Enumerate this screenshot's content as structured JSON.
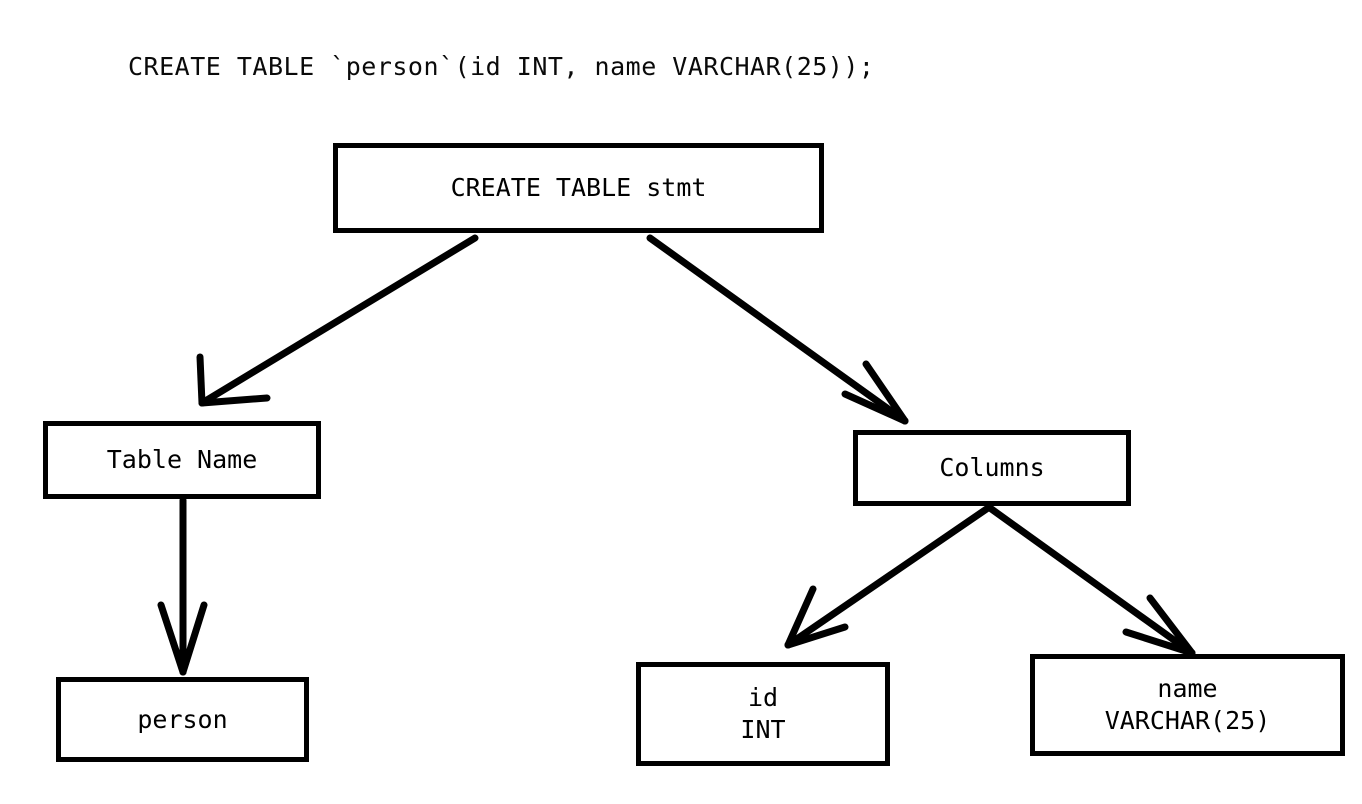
{
  "diagram": {
    "title": "CREATE TABLE `person`(id INT, name VARCHAR(25));",
    "type": "parse-tree",
    "background_color": "#ffffff",
    "stroke_color": "#000000",
    "nodes": [
      {
        "id": "root",
        "label": "CREATE TABLE stmt",
        "line2": ""
      },
      {
        "id": "table_name",
        "label": "Table Name",
        "line2": ""
      },
      {
        "id": "columns",
        "label": "Columns",
        "line2": ""
      },
      {
        "id": "person",
        "label": "person",
        "line2": ""
      },
      {
        "id": "col_id",
        "label": "id",
        "line2": "INT"
      },
      {
        "id": "col_name",
        "label": "name",
        "line2": "VARCHAR(25)"
      }
    ],
    "edges": [
      {
        "from": "root",
        "to": "table_name",
        "arrowhead": "open-v"
      },
      {
        "from": "root",
        "to": "columns",
        "arrowhead": "open-v"
      },
      {
        "from": "table_name",
        "to": "person",
        "arrowhead": "open-v"
      },
      {
        "from": "columns",
        "to": "col_id",
        "arrowhead": "open-v"
      },
      {
        "from": "columns",
        "to": "col_name",
        "arrowhead": "open-v"
      }
    ]
  }
}
